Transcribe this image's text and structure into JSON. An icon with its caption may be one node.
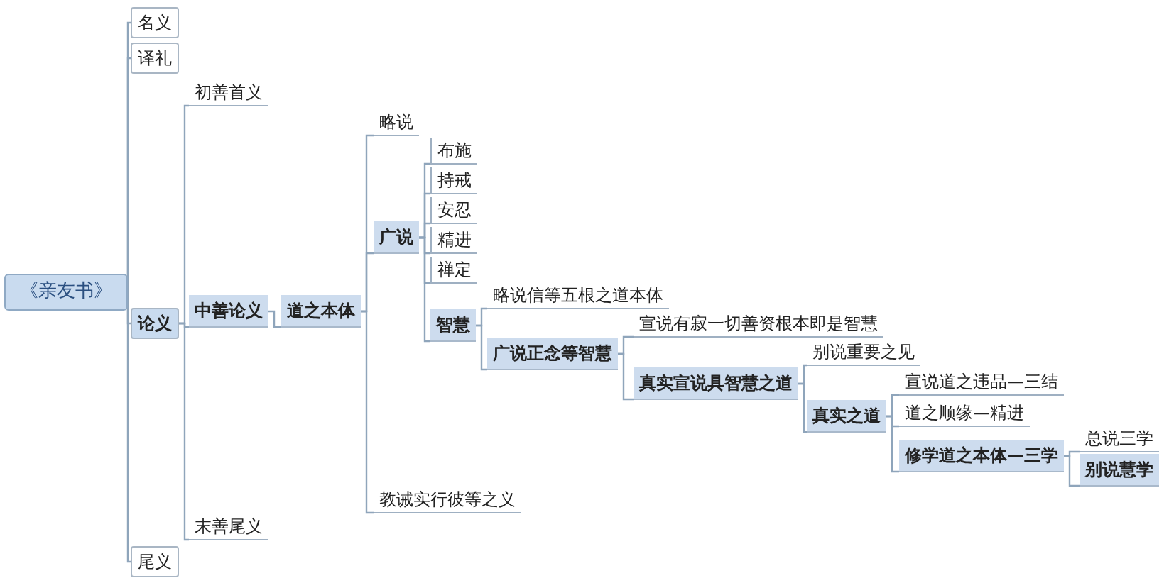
{
  "diagram": {
    "nodes": [
      {
        "text": [
          "《亲友书》"
        ]
      },
      {
        "text": [
          "名义"
        ]
      },
      {
        "text": [
          "译礼"
        ]
      },
      {
        "text": [
          "论义"
        ]
      },
      {
        "text": [
          "初善首义"
        ]
      },
      {
        "text": [
          "中善论义"
        ]
      },
      {
        "text": [
          "道之本体"
        ]
      },
      {
        "text": [
          "略说"
        ]
      },
      {
        "text": [
          "广说"
        ]
      },
      {
        "text": [
          "布施"
        ]
      },
      {
        "text": [
          "持戒"
        ]
      },
      {
        "text": [
          "安忍"
        ]
      },
      {
        "text": [
          "精进"
        ]
      },
      {
        "text": [
          "禅定"
        ]
      },
      {
        "text": [
          "智慧"
        ]
      },
      {
        "text": [
          "略说信等五根之道本体"
        ]
      },
      {
        "text": [
          "广说正念等智慧"
        ]
      },
      {
        "text": [
          "宣说有寂一切善资根本即是智慧"
        ]
      },
      {
        "text": [
          "真实宣说具智慧之道"
        ]
      },
      {
        "text": [
          "别说重要之见"
        ]
      },
      {
        "text": [
          "真实之道"
        ]
      },
      {
        "text": [
          "宣说道之违品—三结"
        ]
      },
      {
        "text": [
          "道之顺缘—精进"
        ]
      },
      {
        "text": [
          "修学道之本体—三学"
        ]
      },
      {
        "text": [
          "总说三学"
        ]
      },
      {
        "text": [
          "别说慧学"
        ]
      },
      {
        "text": [
          "教诫实行彼等之义"
        ]
      },
      {
        "text": [
          "末善尾义"
        ]
      },
      {
        "text": [
          "尾义"
        ]
      }
    ],
    "edges": [
      {
        "from": 0,
        "to": 1,
        "arrow": "none"
      },
      {
        "from": 0,
        "to": 2,
        "arrow": "none"
      },
      {
        "from": 0,
        "to": 3,
        "arrow": "none"
      },
      {
        "from": 0,
        "to": 28,
        "arrow": "none"
      },
      {
        "from": 3,
        "to": 4,
        "arrow": "none"
      },
      {
        "from": 3,
        "to": 5,
        "arrow": "none"
      },
      {
        "from": 3,
        "to": 27,
        "arrow": "none"
      },
      {
        "from": 5,
        "to": 6,
        "arrow": "none"
      },
      {
        "from": 6,
        "to": 7,
        "arrow": "none"
      },
      {
        "from": 6,
        "to": 8,
        "arrow": "none"
      },
      {
        "from": 6,
        "to": 26,
        "arrow": "none"
      },
      {
        "from": 8,
        "to": 9,
        "arrow": "none"
      },
      {
        "from": 8,
        "to": 10,
        "arrow": "none"
      },
      {
        "from": 8,
        "to": 11,
        "arrow": "none"
      },
      {
        "from": 8,
        "to": 12,
        "arrow": "none"
      },
      {
        "from": 8,
        "to": 13,
        "arrow": "none"
      },
      {
        "from": 8,
        "to": 14,
        "arrow": "none"
      },
      {
        "from": 14,
        "to": 15,
        "arrow": "none"
      },
      {
        "from": 14,
        "to": 16,
        "arrow": "none"
      },
      {
        "from": 16,
        "to": 17,
        "arrow": "none"
      },
      {
        "from": 16,
        "to": 18,
        "arrow": "none"
      },
      {
        "from": 18,
        "to": 19,
        "arrow": "none"
      },
      {
        "from": 18,
        "to": 20,
        "arrow": "none"
      },
      {
        "from": 20,
        "to": 21,
        "arrow": "none"
      },
      {
        "from": 20,
        "to": 22,
        "arrow": "none"
      },
      {
        "from": 20,
        "to": 23,
        "arrow": "none"
      },
      {
        "from": 23,
        "to": 24,
        "arrow": "none"
      },
      {
        "from": 23,
        "to": 25,
        "arrow": "none"
      }
    ]
  }
}
